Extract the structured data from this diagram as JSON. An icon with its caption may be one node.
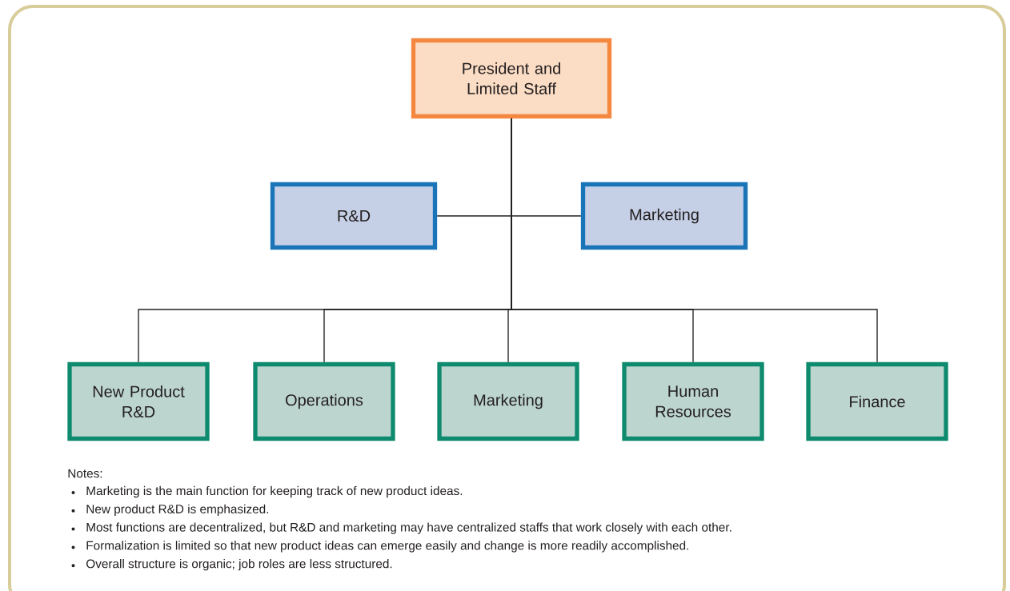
{
  "diagram": {
    "nodes": [
      {
        "text": [
          "President and Limited Staff"
        ]
      },
      {
        "text": [
          "R&D"
        ]
      },
      {
        "text": [
          "Marketing"
        ]
      },
      {
        "text": [
          "New Product R&D"
        ]
      },
      {
        "text": [
          "Operations"
        ]
      },
      {
        "text": [
          "Marketing"
        ]
      },
      {
        "text": [
          "Human Resources"
        ]
      },
      {
        "text": [
          "Finance"
        ]
      }
    ],
    "edges": [
      {
        "from": 0,
        "to": 1,
        "arrow": "none"
      },
      {
        "from": 0,
        "to": 2,
        "arrow": "none"
      },
      {
        "from": 0,
        "to": 3,
        "arrow": "none"
      },
      {
        "from": 0,
        "to": 4,
        "arrow": "none"
      },
      {
        "from": 0,
        "to": 5,
        "arrow": "none"
      },
      {
        "from": 0,
        "to": 6,
        "arrow": "none"
      },
      {
        "from": 0,
        "to": 7,
        "arrow": "none"
      }
    ],
    "labels": [
      "Notes:",
      "Marketing is the main function for keeping track of new product ideas.",
      "New product R&D is emphasized.",
      "Most functions are decentralized, but R&D and marketing may have centralized staffs that work closely with each other.",
      "Formalization is limited so that new product ideas can emerge easily and change is more readily accomplished.",
      "Overall structure is organic; job roles are less structured."
    ]
  }
}
